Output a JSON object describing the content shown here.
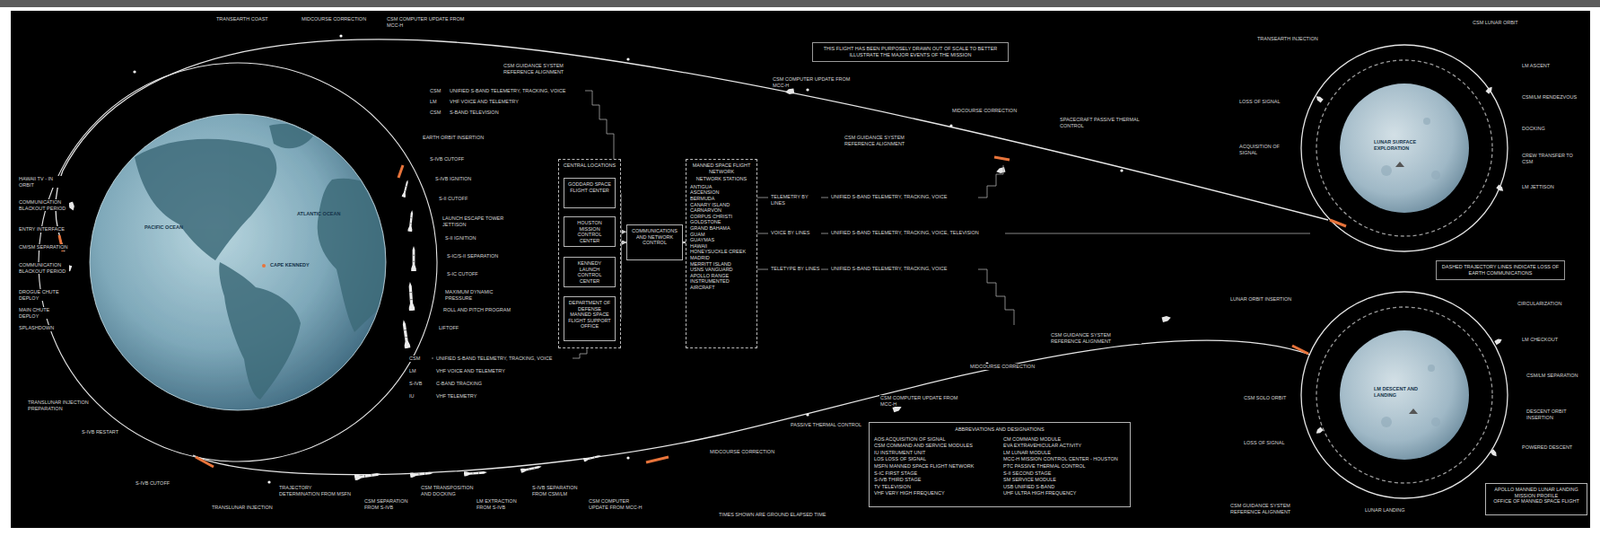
{
  "diagram": {
    "nodes": [
      {
        "text": [
          "THIS FLIGHT HAS BEEN PURPOSELY DRAWN OUT OF SCALE TO BETTER ILLUSTRATE THE MAJOR EVENTS OF THE MISSION"
        ]
      },
      {
        "text": [
          "CENTRAL LOCATIONS"
        ]
      },
      {
        "text": [
          "GODDARD SPACE FLIGHT CENTER"
        ],
        "in": 1
      },
      {
        "text": [
          "HOUSTON MISSION CONTROL CENTER"
        ],
        "in": 1
      },
      {
        "text": [
          "KENNEDY LAUNCH CONTROL CENTER"
        ],
        "in": 1
      },
      {
        "text": [
          "DEPARTMENT OF DEFENSE MANNED SPACE FLIGHT SUPPORT OFFICE"
        ],
        "in": 1
      },
      {
        "text": [
          "COMMUNICATIONS AND NETWORK CONTROL"
        ]
      },
      {
        "text": [
          "MANNED SPACE FLIGHT NETWORK",
          "NETWORK STATIONS",
          "ANTIGUA",
          "ASCENSION",
          "BERMUDA",
          "CANARY ISLAND",
          "CARNARVON",
          "CORPUS CHRISTI",
          "GOLDSTONE",
          "GRAND BAHAMA",
          "GUAM",
          "GUAYMAS",
          "HAWAII",
          "HONEYSUCKLE CREEK",
          "MADRID",
          "MERRITT ISLAND",
          "USNS VANGUARD",
          "APOLLO RANGE INSTRUMENTED AIRCRAFT"
        ]
      },
      {
        "text": [
          "ABBREVIATIONS AND DESIGNATIONS",
          "AOS ACQUISITION OF SIGNAL",
          "CM COMMAND MODULE",
          "CSM COMMAND AND SERVICE MODULES",
          "EVA EXTRAVEHICULAR ACTIVITY",
          "IU INSTRUMENT UNIT",
          "LM LUNAR MODULE",
          "LOS LOSS OF SIGNAL",
          "MCC-H MISSION CONTROL CENTER - HOUSTON",
          "MSFN MANNED SPACE FLIGHT NETWORK",
          "PTC PASSIVE THERMAL CONTROL",
          "S-IC FIRST STAGE",
          "S-II SECOND STAGE",
          "S-IVB THIRD STAGE",
          "SM SERVICE MODULE",
          "TV TELEVISION",
          "USB UNIFIED S-BAND",
          "VHF VERY HIGH FREQUENCY",
          "UHF ULTRA HIGH FREQUENCY"
        ]
      },
      {
        "text": [
          "APOLLO MANNED LUNAR LANDING MISSION PROFILE",
          "OFFICE OF MANNED SPACE FLIGHT"
        ]
      },
      {
        "text": [
          "DASHED TRAJECTORY LINES INDICATE LOSS OF EARTH COMMUNICATIONS"
        ]
      }
    ],
    "edges": [
      {
        "from": 2,
        "to": 6,
        "arrow": "to"
      },
      {
        "from": 3,
        "to": 6,
        "arrow": "to"
      },
      {
        "from": 4,
        "to": 6,
        "arrow": "to"
      },
      {
        "from": 5,
        "to": 6,
        "arrow": "to"
      },
      {
        "from": 6,
        "to": 7,
        "arrow": "both"
      }
    ],
    "labels": [
      "TRANSEARTH COAST",
      "MIDCOURSE CORRECTION",
      "CSM COMPUTER UPDATE FROM MCC-H",
      "CSM GUIDANCE SYSTEM REFERENCE ALIGNMENT",
      "HAWAII TV - IN ORBIT",
      "COMMUNICATION BLACKOUT PERIOD",
      "ENTRY INTERFACE",
      "CM/SM SEPARATION",
      "COMMUNICATION BLACKOUT PERIOD",
      "DROGUE CHUTE DEPLOY",
      "MAIN CHUTE DEPLOY",
      "SPLASHDOWN",
      "UNIFIED S-BAND TELEMETRY, TRACKING, VOICE",
      "VHF VOICE AND TELEMETRY",
      "S-BAND TELEVISION",
      "CSM",
      "LM",
      "CSM",
      "EARTH ORBIT INSERTION",
      "S-IVB CUTOFF",
      "S-IVB IGNITION",
      "S-II CUTOFF",
      "LAUNCH ESCAPE TOWER JETTISON",
      "S-II IGNITION",
      "S-IC/S-II SEPARATION",
      "S-IC CUTOFF",
      "MAXIMUM DYNAMIC PRESSURE",
      "ROLL AND PITCH PROGRAM",
      "LIFTOFF",
      "CSM",
      "LM",
      "S-IVB",
      "IU",
      "UNIFIED S-BAND TELEMETRY, TRACKING, VOICE",
      "VHF VOICE AND TELEMETRY",
      "C-BAND TRACKING",
      "VHF TELEMETRY",
      "PACIFIC OCEAN",
      "ATLANTIC OCEAN",
      "CAPE KENNEDY",
      "TRANSLUNAR INJECTION PREPARATION",
      "S-IVB RESTART",
      "S-IVB CUTOFF",
      "TRANSLUNAR INJECTION",
      "TRAJECTORY DETERMINATION FROM MSFN",
      "CSM SEPARATION FROM S-IVB",
      "CSM TRANSPOSITION AND DOCKING",
      "LM EXTRACTION FROM S-IVB",
      "S-IVB SEPARATION FROM CSM/LM",
      "CSM COMPUTER UPDATE FROM MCC-H",
      "MIDCOURSE CORRECTION",
      "PASSIVE THERMAL CONTROL",
      "CSM COMPUTER UPDATE FROM MCC-H",
      "MIDCOURSE CORRECTION",
      "CSM GUIDANCE SYSTEM REFERENCE ALIGNMENT",
      "LUNAR ORBIT INSERTION",
      "CIRCULARIZATION",
      "LM CHECKOUT",
      "CSM/LM SEPARATION",
      "DESCENT ORBIT INSERTION",
      "POWERED DESCENT",
      "LUNAR LANDING",
      "CSM SOLO ORBIT",
      "LOSS OF SIGNAL",
      "CSM GUIDANCE SYSTEM REFERENCE ALIGNMENT",
      "LM DESCENT AND LANDING",
      "LUNAR SURFACE EXPLORATION",
      "TRANSEARTH INJECTION",
      "CSM LUNAR ORBIT",
      "LM ASCENT",
      "CSM/LM RENDEZVOUS",
      "DOCKING",
      "CREW TRANSFER TO CSM",
      "LM JETTISON",
      "LOSS OF SIGNAL",
      "ACQUISITION OF SIGNAL",
      "SPACECRAFT PASSIVE THERMAL CONTROL",
      "MIDCOURSE CORRECTION",
      "CSM COMPUTER UPDATE FROM MCC-H",
      "CSM GUIDANCE SYSTEM REFERENCE ALIGNMENT",
      "TELEMETRY BY LINES",
      "VOICE BY LINES",
      "TELETYPE BY LINES",
      "UNIFIED S-BAND TELEMETRY, TRACKING, VOICE",
      "UNIFIED S-BAND TELEMETRY, TRACKING, VOICE, TELEVISION",
      "UNIFIED S-BAND TELEMETRY, TRACKING, VOICE",
      "TIMES SHOWN ARE GROUND ELAPSED TIME"
    ]
  }
}
